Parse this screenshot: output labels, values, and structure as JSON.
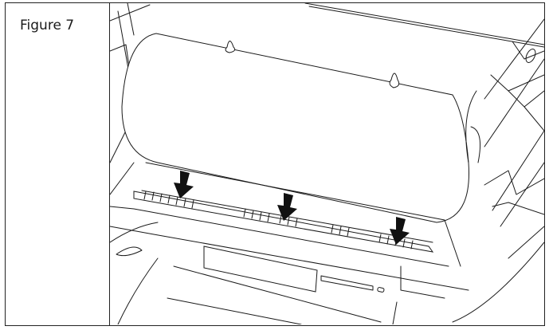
{
  "figure": {
    "label": "Figure 7",
    "illustration": "printer-roller-line-drawing",
    "arrows": [
      {
        "name": "arrow-left-roller"
      },
      {
        "name": "arrow-center-roller"
      },
      {
        "name": "arrow-right-roller"
      }
    ],
    "colors": {
      "line": "#1a1a1a",
      "background": "#ffffff",
      "arrow": "#111111"
    }
  }
}
